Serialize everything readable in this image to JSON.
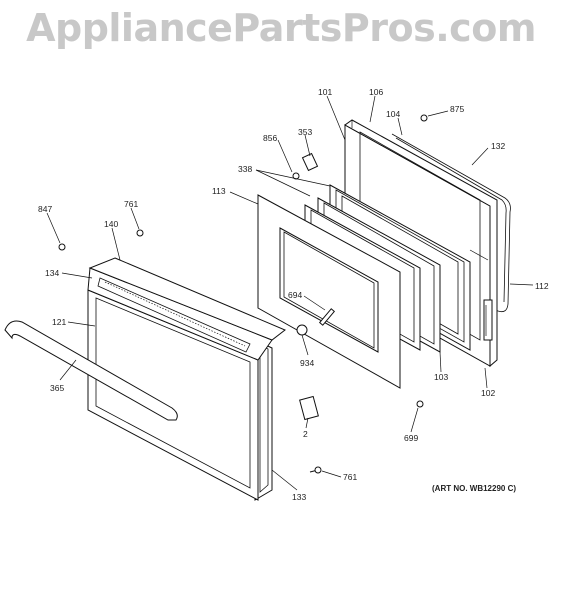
{
  "watermark": "AppliancePartsPros.com",
  "art_no": "(ART NO. WB12290 C)",
  "callouts": {
    "c101": "101",
    "c106": "106",
    "c104": "104",
    "c875": "875",
    "c856": "856",
    "c353": "353",
    "c132": "132",
    "c338": "338",
    "c113": "113",
    "c847": "847",
    "c761a": "761",
    "c140": "140",
    "c134": "134",
    "c121": "121",
    "c365": "365",
    "c694": "694",
    "c934": "934",
    "c112": "112",
    "c103": "103",
    "c102": "102",
    "c699": "699",
    "c2": "2",
    "c133": "133",
    "c761b": "761"
  }
}
